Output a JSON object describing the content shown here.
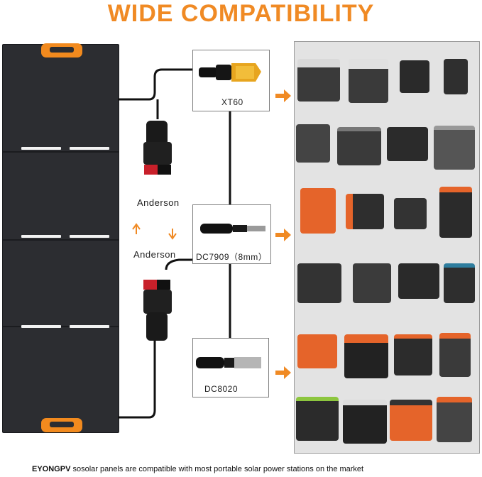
{
  "header": {
    "title": "WIDE COMPATIBILITY"
  },
  "connectors": {
    "xt60_label": "XT60",
    "dc7909_label": "DC7909（8mm）",
    "dc8020_label": "DC8020",
    "anderson_top_label": "Anderson",
    "anderson_bottom_label": "Anderson"
  },
  "colors": {
    "accent": "#f08a24",
    "panel": "#2c2d31",
    "board": "#e3e3e3"
  },
  "footer": {
    "brand": "EYONGPV",
    "text": " sosolar panels are compatible with most portable solar power stations on the market"
  }
}
